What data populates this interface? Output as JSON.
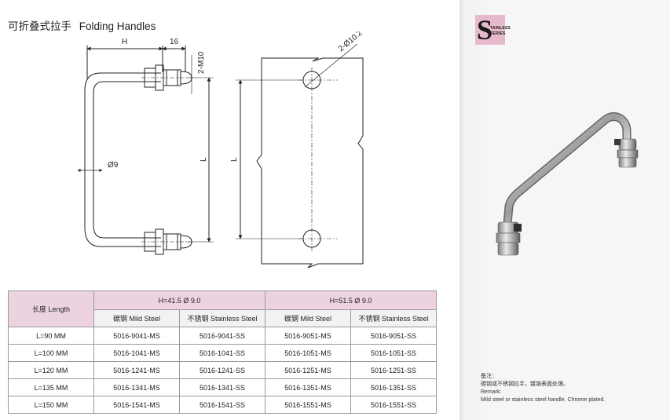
{
  "title": {
    "cn": "可折叠式拉手",
    "en": "Folding Handles"
  },
  "drawing": {
    "dim_h": "H",
    "dim_16": "16",
    "dim_thread": "2-M10",
    "dim_rod": "Ø9",
    "dim_l_handle": "L",
    "dim_l_panel": "L",
    "dim_holes": "2-Ø10.2"
  },
  "table": {
    "length_header": "长度 Length",
    "groups": [
      "H=41.5   Ø 9.0",
      "H=51.5   Ø 9.0"
    ],
    "sub_headers": [
      "碳钢 Mild Steel",
      "不锈钢 Stainless Steel",
      "碳钢 Mild Steel",
      "不锈钢 Stainless Steel"
    ],
    "rows": [
      {
        "length": "L=90 MM",
        "cells": [
          "5016-9041-MS",
          "5016-9041-SS",
          "5016-9051-MS",
          "5016-9051-SS"
        ]
      },
      {
        "length": "L=100 MM",
        "cells": [
          "5016-1041-MS",
          "5016-1041-SS",
          "5016-1051-MS",
          "5016-1051-SS"
        ]
      },
      {
        "length": "L=120 MM",
        "cells": [
          "5016-1241-MS",
          "5016-1241-SS",
          "5016-1251-MS",
          "5016-1251-SS"
        ]
      },
      {
        "length": "L=135 MM",
        "cells": [
          "5016-1341-MS",
          "5016-1341-SS",
          "5016-1351-MS",
          "5016-1351-SS"
        ]
      },
      {
        "length": "L=150 MM",
        "cells": [
          "5016-1541-MS",
          "5016-1541-SS",
          "5016-1551-MS",
          "5016-1551-SS"
        ]
      }
    ]
  },
  "logo": {
    "letter": "S",
    "line1": "TAINLESS",
    "line2": "SERIES"
  },
  "remark": {
    "cn_label": "备注：",
    "cn_text": "碳钢或不锈钢拉手，镀铬表面处理。",
    "en_label": "Remark:",
    "en_text": "Mild steel or stainless steel handle. Chrome plated."
  },
  "colors": {
    "header_pink": "#edd3e0",
    "logo_pink": "#e7b9cc",
    "side_panel": "#f6f6f6"
  }
}
